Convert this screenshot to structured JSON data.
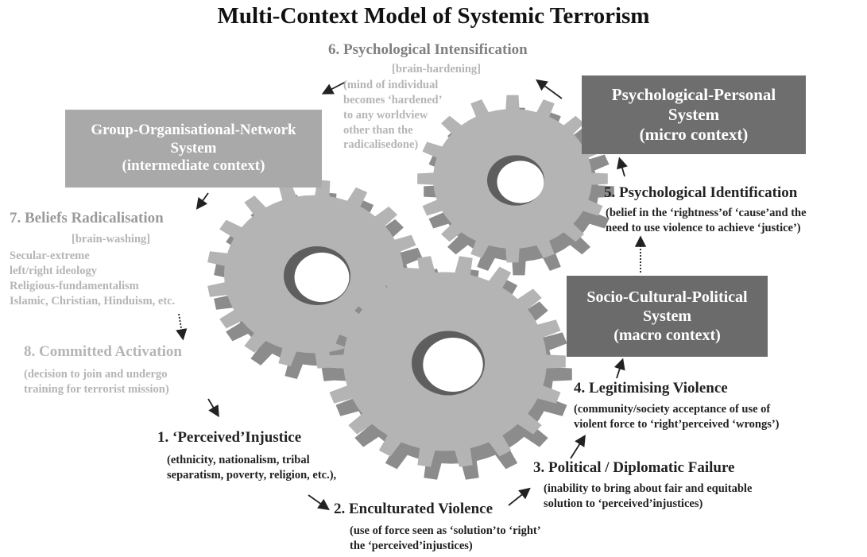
{
  "title": "Multi-Context Model of Systemic Terrorism",
  "systems": {
    "group": {
      "line1": "Group-Organisational-Network",
      "line2": "System",
      "line3": "(intermediate context)"
    },
    "psych": {
      "line1": "Psychological-Personal",
      "line2": "System",
      "line3": "(micro context)"
    },
    "macro": {
      "line1": "Socio-Cultural-Political",
      "line2": "System",
      "line3": "(macro context)"
    }
  },
  "stages": {
    "s1": {
      "title": "1. ‘Perceived’Injustice",
      "body": "(ethnicity, nationalism, tribal\nseparatism, poverty, religion, etc.),"
    },
    "s2": {
      "title": "2. Enculturated Violence",
      "body": "(use of force seen as ‘solution’to ‘right’\nthe ‘perceived’injustices)"
    },
    "s3": {
      "title": "3. Political / Diplomatic Failure",
      "body": "(inability to bring about fair and equitable\nsolution to ‘perceived’injustices)"
    },
    "s4": {
      "title": "4. Legitimising Violence",
      "body": "(community/society acceptance of use of\nviolent force to ‘right’perceived ‘wrongs’)"
    },
    "s5": {
      "title": "5. Psychological Identification",
      "body": "(belief in the ‘rightness’of ‘cause’and the\nneed to use violence to achieve ‘justice’)"
    },
    "s6": {
      "title": "6. Psychological Intensification",
      "sub": "[brain-hardening]",
      "body": "(mind of individual\nbecomes ‘hardened’\nto any worldview\nother than the\nradicalisedone)"
    },
    "s7": {
      "title": "7. Beliefs Radicalisation",
      "sub": "[brain-washing]",
      "body": "Secular-extreme\nleft/right ideology\nReligious-fundamentalism\nIslamic, Christian, Hinduism, etc."
    },
    "s8": {
      "title": "8. Committed Activation",
      "body": "(decision to join and undergo\ntraining for terrorist mission)"
    }
  },
  "colors": {
    "gear_face": "#b4b4b4",
    "gear_side": "#8c8c8c",
    "gear_hole": "#5e5e5e",
    "box_group": "#a9a9a9",
    "box_psych": "#6e6e6e",
    "box_macro": "#6b6b6b"
  }
}
